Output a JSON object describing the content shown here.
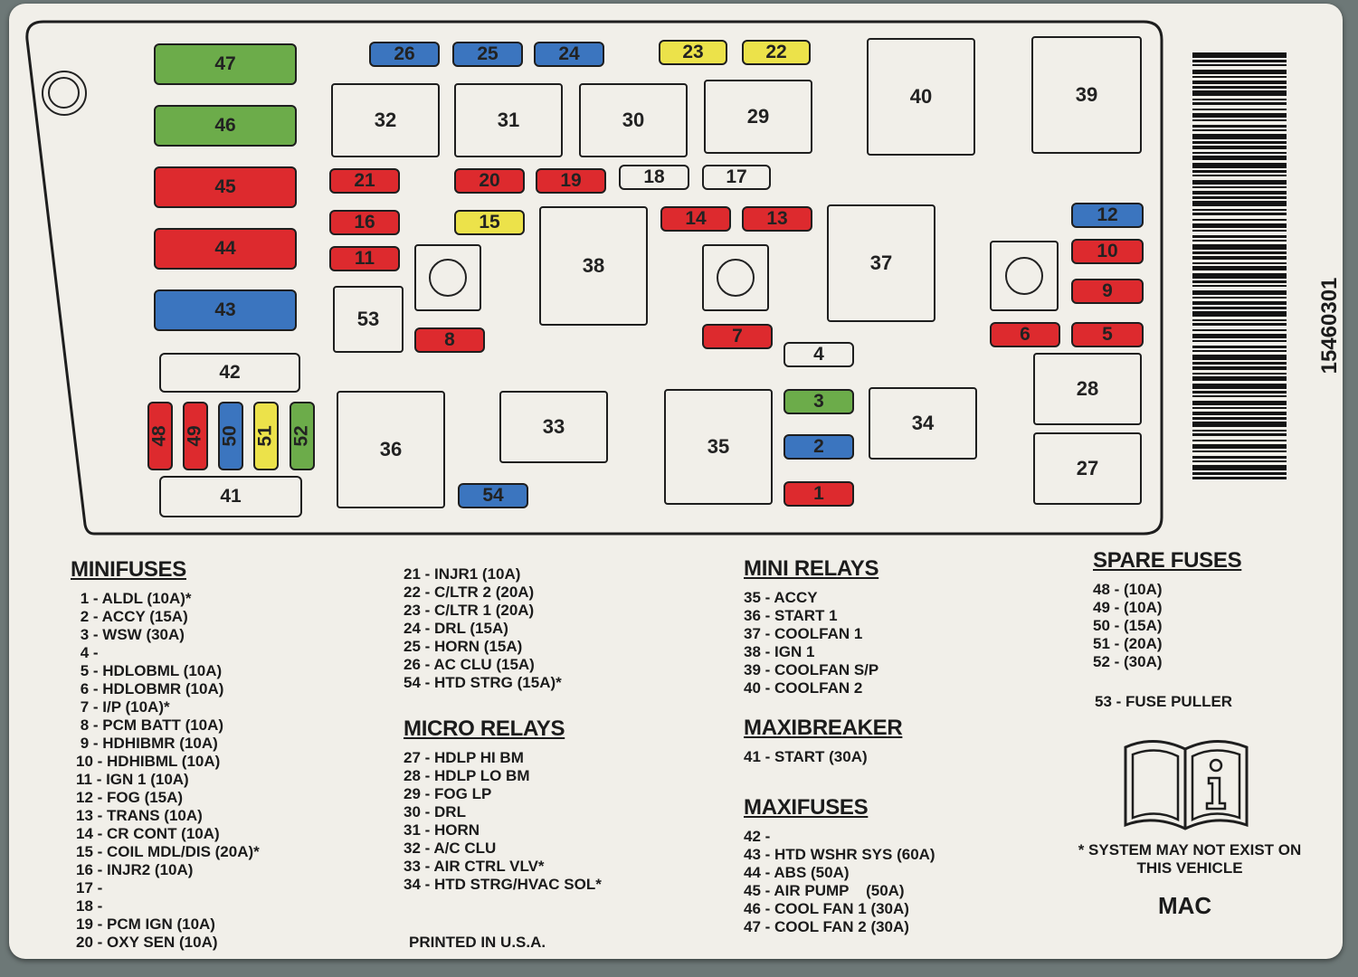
{
  "colors": {
    "green": "#6cac4a",
    "red": "#dd2a2e",
    "blue": "#3b75bf",
    "yellow": "#ece24a",
    "white": "#f1efe9"
  },
  "diagram": {
    "fuses": [
      {
        "id": "47",
        "color": "green"
      },
      {
        "id": "46",
        "color": "green"
      },
      {
        "id": "45",
        "color": "red"
      },
      {
        "id": "44",
        "color": "red"
      },
      {
        "id": "43",
        "color": "blue"
      },
      {
        "id": "42",
        "color": "white"
      },
      {
        "id": "48",
        "color": "red"
      },
      {
        "id": "49",
        "color": "red"
      },
      {
        "id": "50",
        "color": "blue"
      },
      {
        "id": "51",
        "color": "yellow"
      },
      {
        "id": "52",
        "color": "green"
      },
      {
        "id": "41",
        "color": "white"
      },
      {
        "id": "26",
        "color": "blue"
      },
      {
        "id": "25",
        "color": "blue"
      },
      {
        "id": "24",
        "color": "blue"
      },
      {
        "id": "23",
        "color": "yellow"
      },
      {
        "id": "22",
        "color": "yellow"
      },
      {
        "id": "21",
        "color": "red"
      },
      {
        "id": "20",
        "color": "red"
      },
      {
        "id": "19",
        "color": "red"
      },
      {
        "id": "18",
        "color": "white"
      },
      {
        "id": "17",
        "color": "white"
      },
      {
        "id": "16",
        "color": "red"
      },
      {
        "id": "15",
        "color": "yellow"
      },
      {
        "id": "14",
        "color": "red"
      },
      {
        "id": "13",
        "color": "red"
      },
      {
        "id": "11",
        "color": "red"
      },
      {
        "id": "8",
        "color": "red"
      },
      {
        "id": "7",
        "color": "red"
      },
      {
        "id": "4",
        "color": "white"
      },
      {
        "id": "3",
        "color": "green"
      },
      {
        "id": "2",
        "color": "blue"
      },
      {
        "id": "1",
        "color": "red"
      },
      {
        "id": "54",
        "color": "blue"
      },
      {
        "id": "12",
        "color": "blue"
      },
      {
        "id": "10",
        "color": "red"
      },
      {
        "id": "9",
        "color": "red"
      },
      {
        "id": "6",
        "color": "red"
      },
      {
        "id": "5",
        "color": "red"
      }
    ],
    "relays": [
      "32",
      "31",
      "30",
      "29",
      "40",
      "39",
      "38",
      "37",
      "53",
      "36",
      "33",
      "35",
      "34",
      "28",
      "27"
    ]
  },
  "legend": {
    "minifuses": {
      "heading": "MINIFUSES",
      "items": [
        " 1 - ALDL (10A)*",
        " 2 - ACCY (15A)",
        " 3 - WSW (30A)",
        " 4 -",
        " 5 - HDLOBML (10A)",
        " 6 - HDLOBMR (10A)",
        " 7 - I/P (10A)*",
        " 8 - PCM BATT (10A)",
        " 9 - HDHIBMR (10A)",
        "10 - HDHIBML (10A)",
        "11 - IGN 1 (10A)",
        "12 - FOG (15A)",
        "13 - TRANS (10A)",
        "14 - CR CONT (10A)",
        "15 - COIL MDL/DIS (20A)*",
        "16 - INJR2 (10A)",
        "17 -",
        "18 -",
        "19 - PCM IGN (10A)",
        "20 - OXY SEN (10A)"
      ]
    },
    "minifuses_cont": {
      "items": [
        "21 - INJR1 (10A)",
        "22 - C/LTR 2 (20A)",
        "23 - C/LTR 1 (20A)",
        "24 - DRL (15A)",
        "25 - HORN (15A)",
        "26 - AC CLU (15A)",
        "54 - HTD STRG (15A)*"
      ]
    },
    "micro_relays": {
      "heading": "MICRO RELAYS",
      "items": [
        "27 - HDLP HI BM",
        "28 - HDLP LO BM",
        "29 - FOG LP",
        "30 - DRL",
        "31 - HORN",
        "32 - A/C CLU",
        "33 - AIR CTRL VLV*",
        "34 - HTD STRG/HVAC SOL*"
      ]
    },
    "mini_relays": {
      "heading": "MINI RELAYS",
      "items": [
        "35 - ACCY",
        "36 - START 1",
        "37 - COOLFAN 1",
        "38 - IGN 1",
        "39 - COOLFAN S/P",
        "40 - COOLFAN 2"
      ]
    },
    "maxibreaker": {
      "heading": "MAXIBREAKER",
      "items": [
        "41 - START (30A)"
      ]
    },
    "maxifuses": {
      "heading": "MAXIFUSES",
      "items": [
        "42 -",
        "43 - HTD WSHR SYS (60A)",
        "44 - ABS (50A)",
        "45 - AIR PUMP    (50A)",
        "46 - COOL FAN 1 (30A)",
        "47 - COOL FAN 2 (30A)"
      ]
    },
    "spare_fuses": {
      "heading": "SPARE FUSES",
      "items": [
        "48 - (10A)",
        "49 - (10A)",
        "50 - (15A)",
        "51 - (20A)",
        "52 - (30A)"
      ]
    },
    "fuse_puller": "53 - FUSE PULLER"
  },
  "part_number": "15460301",
  "footnote": "* SYSTEM MAY NOT EXIST ON THIS VEHICLE",
  "mac": "MAC",
  "printed": "PRINTED IN U.S.A.",
  "icons": {
    "manual": "info-manual-icon",
    "barcode": "barcode-icon"
  }
}
